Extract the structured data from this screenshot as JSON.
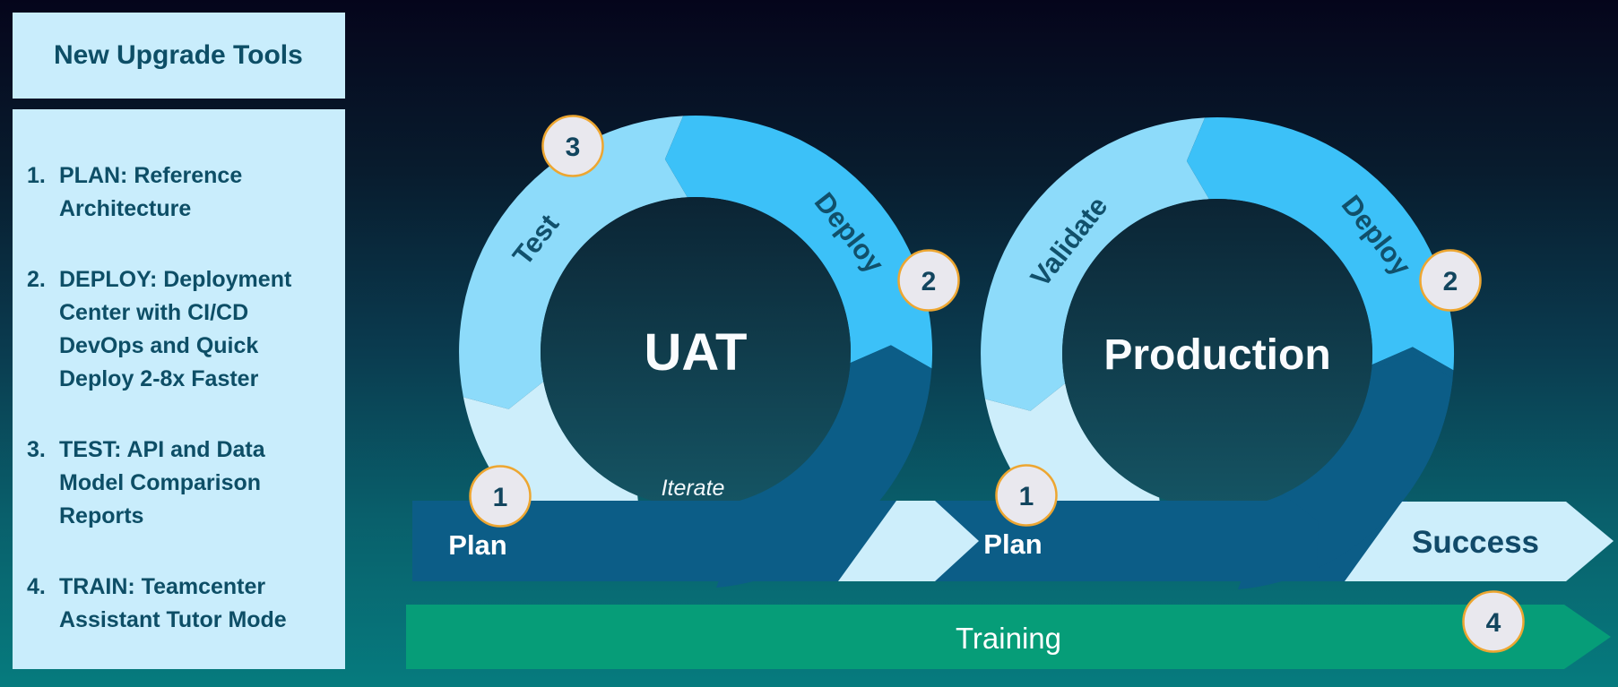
{
  "sidebar": {
    "title": "New Upgrade Tools",
    "items": [
      {
        "num": "1.",
        "text": "PLAN: Reference\nArchitecture"
      },
      {
        "num": "2.",
        "text": "DEPLOY: Deployment\nCenter with CI/CD\nDevOps  and Quick\nDeploy 2-8x Faster"
      },
      {
        "num": "3.",
        "text": "TEST: API and Data\nModel Comparison\nReports"
      },
      {
        "num": "4.",
        "text": "TRAIN: Teamcenter\nAssistant Tutor Mode"
      }
    ]
  },
  "diagram": {
    "cycle1": {
      "title": "UAT",
      "segment_test": "Test",
      "segment_deploy": "Deploy",
      "iterate_note": "Iterate",
      "plan_label": "Plan",
      "badge_plan": "1",
      "badge_deploy": "2",
      "badge_test": "3"
    },
    "cycle2": {
      "title": "Production",
      "segment_validate": "Validate",
      "segment_deploy": "Deploy",
      "plan_label": "Plan",
      "badge_plan": "1",
      "badge_deploy": "2"
    },
    "success_label": "Success",
    "training_label": "Training",
    "training_badge": "4"
  },
  "colors": {
    "seg_pale": "#cdeefb",
    "seg_light": "#8ddbfa",
    "seg_bright": "#3cc1f8",
    "seg_dark": "#0c5d87",
    "green": "#069d78",
    "badge_fill": "#e9e8ee",
    "badge_border": "#eda631",
    "badge_text": "#12455e",
    "label_dark": "#11506b",
    "sidebar_bg": "#c9edfc",
    "sidebar_text": "#0d4e66"
  }
}
